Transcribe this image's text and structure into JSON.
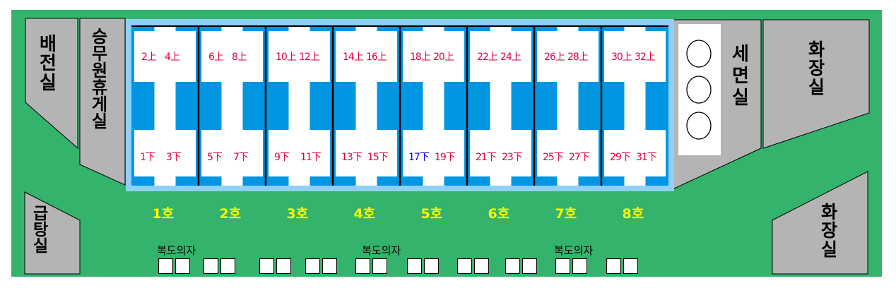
{
  "rooms": {
    "power_room": "배전실",
    "crew_room": "승무원휴게실",
    "pantry": "급탕실",
    "washroom": "세면실",
    "toilet_upper": "화장실",
    "toilet_lower": "화장실"
  },
  "compartments": [
    {
      "label": "1호",
      "upper_left": "2上",
      "upper_right": "4上",
      "lower_left": "1下",
      "lower_right": "3下"
    },
    {
      "label": "2호",
      "upper_left": "6上",
      "upper_right": "8上",
      "lower_left": "5下",
      "lower_right": "7下"
    },
    {
      "label": "3호",
      "upper_left": "10上",
      "upper_right": "12上",
      "lower_left": "9下",
      "lower_right": "11下"
    },
    {
      "label": "4호",
      "upper_left": "14上",
      "upper_right": "16上",
      "lower_left": "13下",
      "lower_right": "15下"
    },
    {
      "label": "5호",
      "upper_left": "18上",
      "upper_right": "20上",
      "lower_left": "17下",
      "lower_right": "19下"
    },
    {
      "label": "6호",
      "upper_left": "22上",
      "upper_right": "24上",
      "lower_left": "21下",
      "lower_right": "23下"
    },
    {
      "label": "7호",
      "upper_left": "26上",
      "upper_right": "28上",
      "lower_left": "25下",
      "lower_right": "27下"
    },
    {
      "label": "8호",
      "upper_left": "30上",
      "upper_right": "32上",
      "lower_left": "29下",
      "lower_right": "31下"
    }
  ],
  "corridor_seats": {
    "label": "복도의자",
    "group_count": 3
  },
  "colors": {
    "floor": "#33b36b",
    "room_gray": "#b4b4b4",
    "berth_blue": "#0096e1",
    "frame_light_blue": "#8fd0f5",
    "upper_text": "#e0003c",
    "lower_text": "#e0003c",
    "highlight_text": "#0000dd",
    "car_label": "#ffff00"
  }
}
